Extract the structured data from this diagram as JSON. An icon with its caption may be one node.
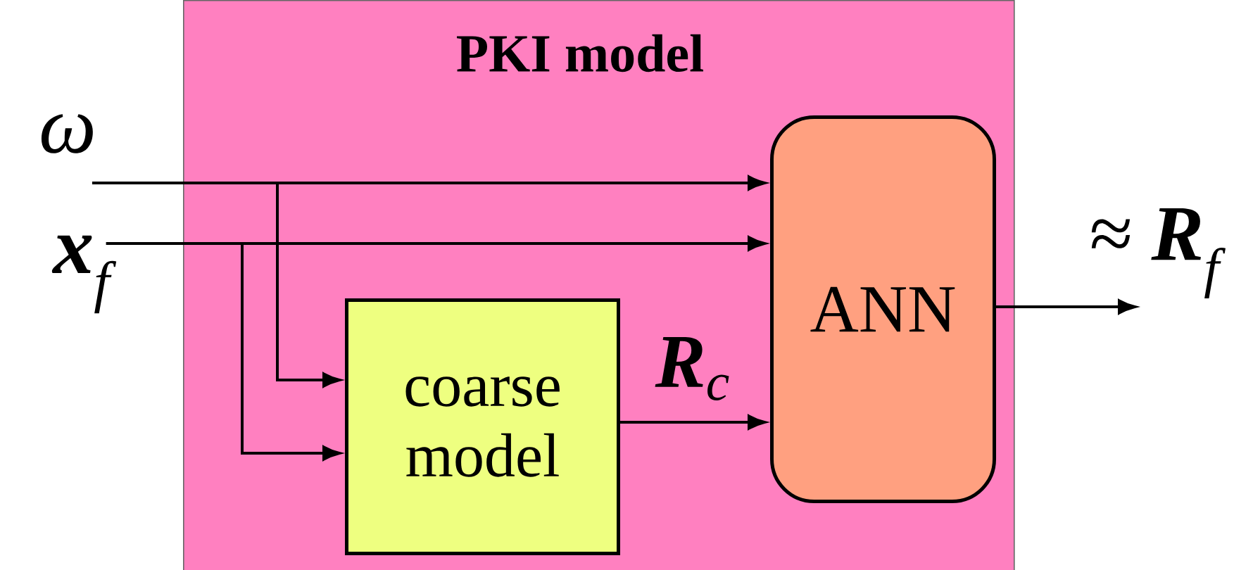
{
  "diagram": {
    "nodes": [
      {
        "text": [
          "PKI model"
        ]
      },
      {
        "text": [
          "ω"
        ]
      },
      {
        "text": [
          "**x**$_{f}$"
        ]
      },
      {
        "text": [
          "coarse model"
        ],
        "in": 0
      },
      {
        "text": [
          "ANN"
        ],
        "in": 0
      },
      {
        "text": [
          "≈ **R**$_{f}$"
        ]
      }
    ],
    "edges": [
      {
        "from": 1,
        "to": 4,
        "arrow": "to"
      },
      {
        "from": 1,
        "to": 3,
        "arrow": "to"
      },
      {
        "from": 2,
        "to": 4,
        "arrow": "to"
      },
      {
        "from": 2,
        "to": 3,
        "arrow": "to"
      },
      {
        "from": 3,
        "to": 4,
        "label": "**R**$_{c}$",
        "arrow": "to"
      },
      {
        "from": 4,
        "to": 5,
        "arrow": "to"
      }
    ]
  }
}
